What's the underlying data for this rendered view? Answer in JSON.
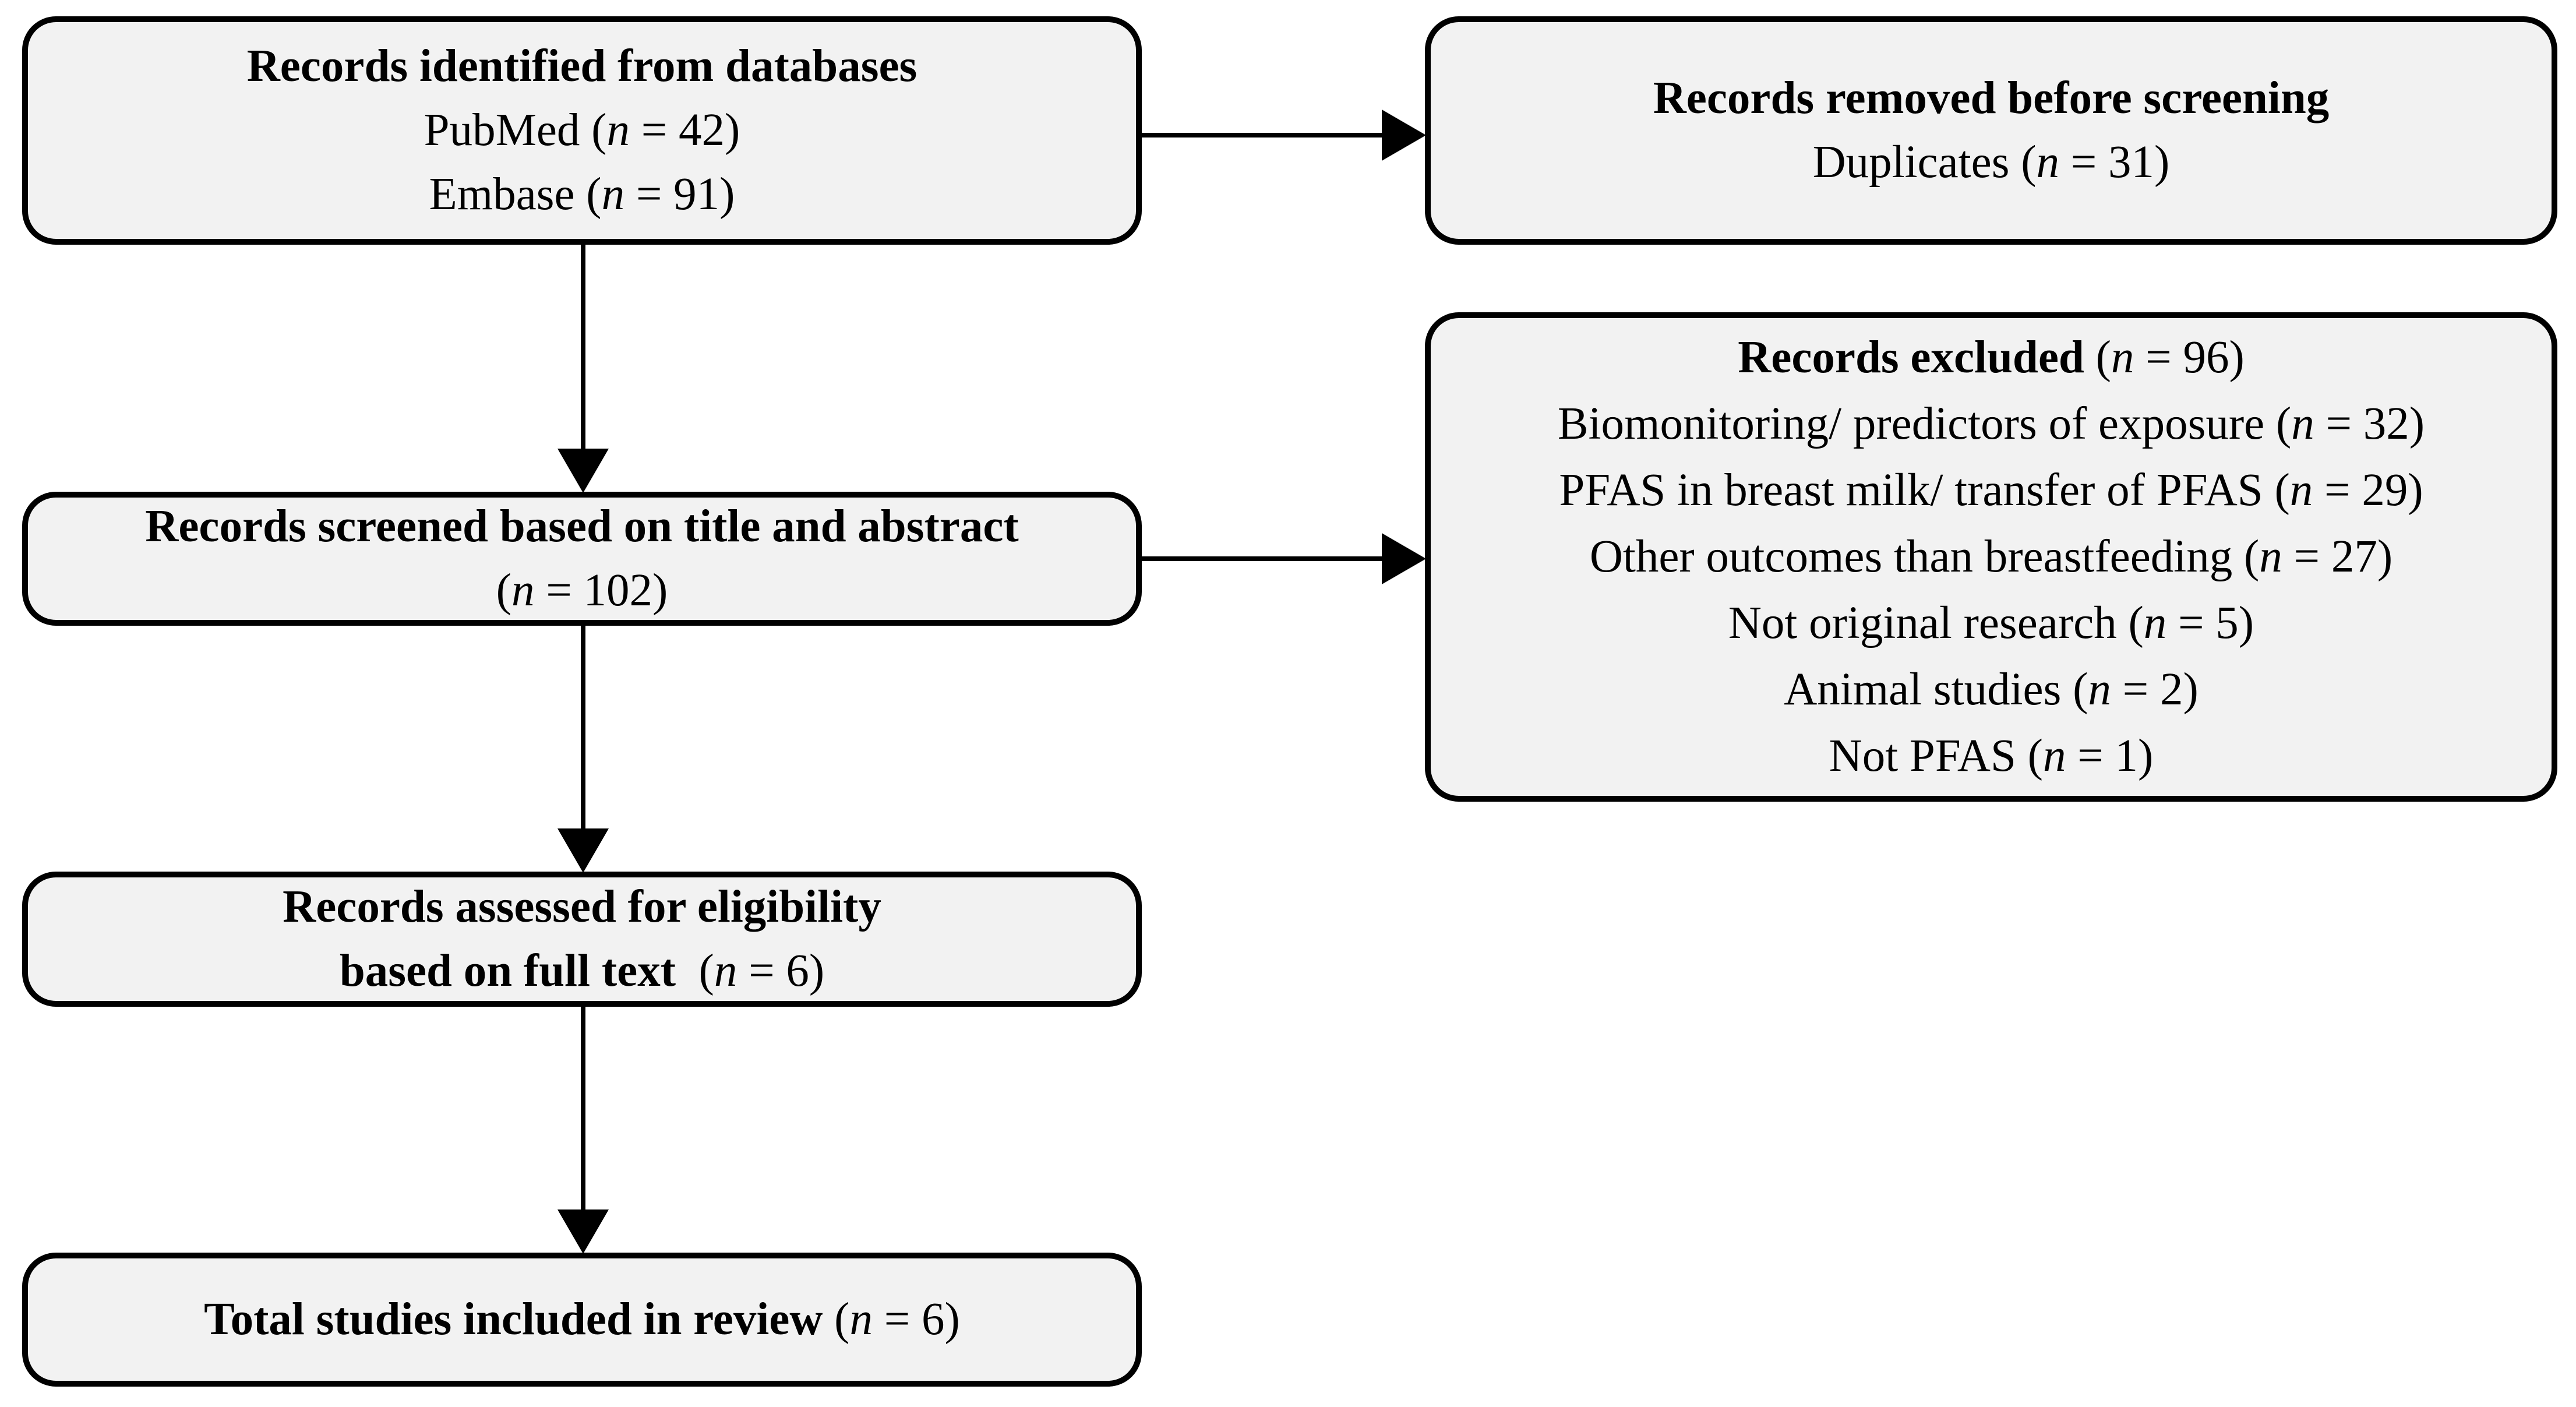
{
  "diagram": {
    "type": "prisma-flowchart",
    "colors": {
      "background": "#ffffff",
      "box_fill": "#f2f2f2",
      "box_border": "#000000",
      "arrow": "#000000",
      "text": "#000000"
    },
    "boxes": [
      {
        "id": "records-identified",
        "lines": [
          [
            {
              "t": "Records identified from databases",
              "b": true
            }
          ],
          [
            {
              "t": "PubMed ("
            },
            {
              "t": "n",
              "i": true
            },
            {
              "t": " = 42)"
            }
          ],
          [
            {
              "t": "Embase ("
            },
            {
              "t": "n",
              "i": true
            },
            {
              "t": " = 91)"
            }
          ]
        ]
      },
      {
        "id": "records-removed",
        "lines": [
          [
            {
              "t": "Records removed before screening",
              "b": true
            }
          ],
          [
            {
              "t": "Duplicates ("
            },
            {
              "t": "n",
              "i": true
            },
            {
              "t": " = 31)"
            }
          ]
        ]
      },
      {
        "id": "records-screened",
        "lines": [
          [
            {
              "t": "Records screened based on title and abstract",
              "b": true
            }
          ],
          [
            {
              "t": "("
            },
            {
              "t": "n",
              "i": true
            },
            {
              "t": " = 102)"
            }
          ]
        ]
      },
      {
        "id": "records-excluded",
        "lines": [
          [
            {
              "t": "Records excluded",
              "b": true
            },
            {
              "t": " ("
            },
            {
              "t": "n",
              "i": true
            },
            {
              "t": " = 96)"
            }
          ],
          [
            {
              "t": "Biomonitoring/ predictors of exposure ("
            },
            {
              "t": "n",
              "i": true
            },
            {
              "t": " = 32)"
            }
          ],
          [
            {
              "t": "PFAS in breast milk/ transfer of PFAS ("
            },
            {
              "t": "n",
              "i": true
            },
            {
              "t": " = 29)"
            }
          ],
          [
            {
              "t": "Other outcomes than breastfeeding ("
            },
            {
              "t": "n",
              "i": true
            },
            {
              "t": " = 27)"
            }
          ],
          [
            {
              "t": "Not original research ("
            },
            {
              "t": "n",
              "i": true
            },
            {
              "t": " = 5)"
            }
          ],
          [
            {
              "t": "Animal studies ("
            },
            {
              "t": "n",
              "i": true
            },
            {
              "t": " = 2)"
            }
          ],
          [
            {
              "t": "Not PFAS ("
            },
            {
              "t": "n",
              "i": true
            },
            {
              "t": " = 1)"
            }
          ]
        ]
      },
      {
        "id": "records-assessed",
        "lines": [
          [
            {
              "t": "Records assessed for eligibility",
              "b": true
            }
          ],
          [
            {
              "t": "based on full text",
              "b": true
            },
            {
              "t": "  ("
            },
            {
              "t": "n",
              "i": true
            },
            {
              "t": " = 6)"
            }
          ]
        ]
      },
      {
        "id": "studies-included",
        "lines": [
          [
            {
              "t": "Total studies included in review",
              "b": true
            },
            {
              "t": " ("
            },
            {
              "t": "n",
              "i": true
            },
            {
              "t": " = 6)"
            }
          ]
        ]
      }
    ],
    "edges": [
      {
        "from": "records-identified",
        "to": "records-removed",
        "direction": "right"
      },
      {
        "from": "records-identified",
        "to": "records-screened",
        "direction": "down"
      },
      {
        "from": "records-screened",
        "to": "records-excluded",
        "direction": "right"
      },
      {
        "from": "records-screened",
        "to": "records-assessed",
        "direction": "down"
      },
      {
        "from": "records-assessed",
        "to": "studies-included",
        "direction": "down"
      }
    ]
  }
}
